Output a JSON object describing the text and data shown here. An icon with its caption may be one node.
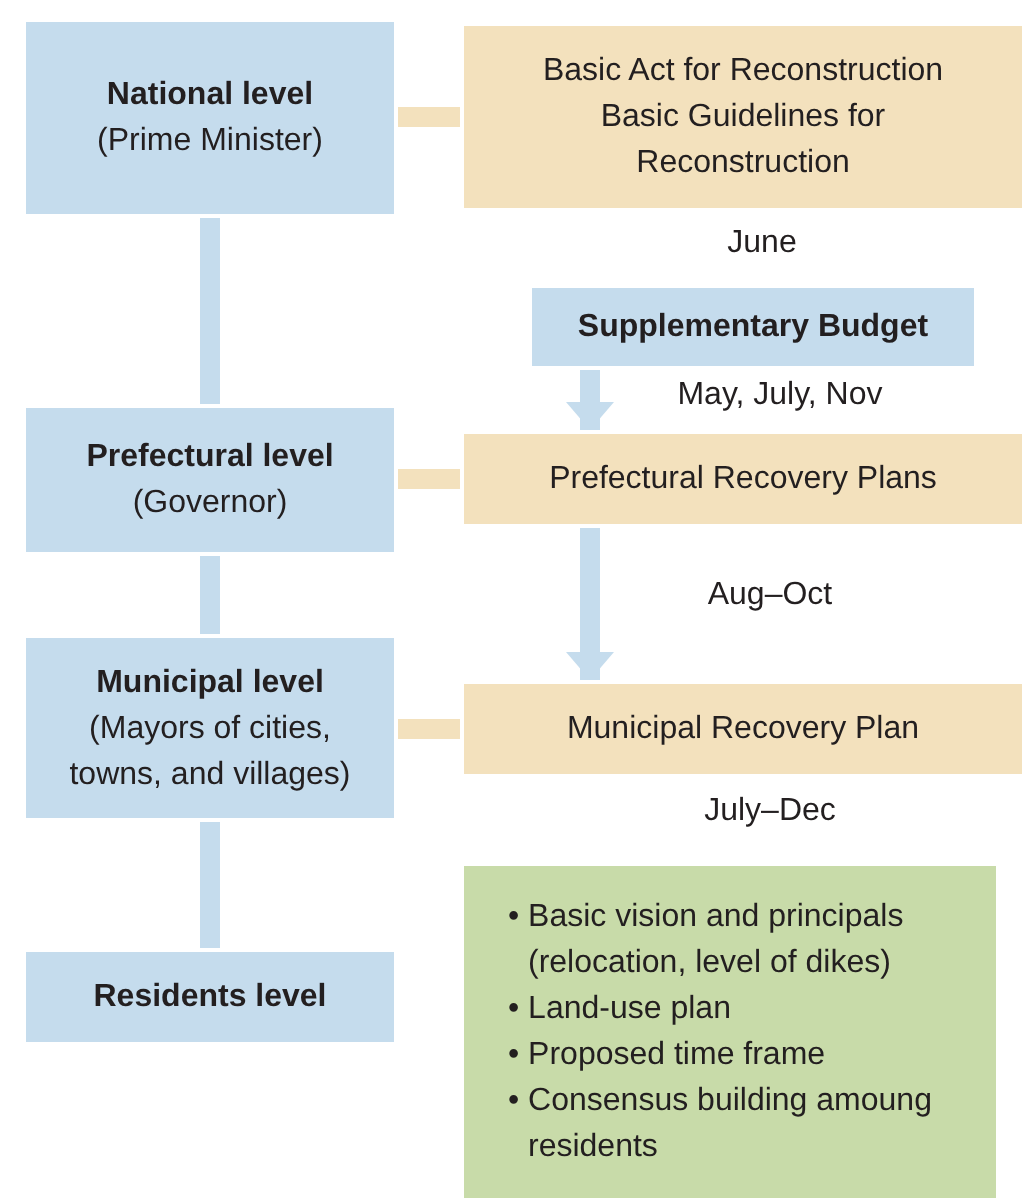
{
  "diagram": {
    "nodes": [
      {
        "text": [
          "National level",
          "(Prime Minister)"
        ]
      },
      {
        "text": [
          "Basic Act for Reconstruction",
          "Basic Guidelines for Reconstruction"
        ],
        "beside": [
          "June"
        ]
      },
      {
        "text": [
          "Supplementary Budget"
        ],
        "beside": [
          "May, July, Nov"
        ]
      },
      {
        "text": [
          "Prefectural level",
          "(Governor)"
        ]
      },
      {
        "text": [
          "Prefectural Recovery Plans"
        ],
        "beside": [
          "Aug–Oct"
        ]
      },
      {
        "text": [
          "Municipal level",
          "(Mayors of cities, towns, and villages)"
        ]
      },
      {
        "text": [
          "Municipal Recovery Plan"
        ],
        "beside": [
          "July–Dec"
        ]
      },
      {
        "text": [
          "Residents level"
        ]
      },
      {
        "text": [
          "• Basic vision and principals (relocation, level of dikes)",
          "• Land-use plan",
          "• Proposed time frame",
          "• Consensus building amoung residents"
        ]
      }
    ],
    "edges": [
      {
        "from": 0,
        "to": 1,
        "arrow": "none",
        "color": "#f3e1bd"
      },
      {
        "from": 0,
        "to": 3,
        "arrow": "none"
      },
      {
        "from": 2,
        "to": 4,
        "arrow": "to"
      },
      {
        "from": 3,
        "to": 4,
        "arrow": "none",
        "color": "#f3e1bd"
      },
      {
        "from": 3,
        "to": 5,
        "arrow": "none"
      },
      {
        "from": 4,
        "to": 6,
        "arrow": "to"
      },
      {
        "from": 5,
        "to": 6,
        "arrow": "none",
        "color": "#f3e1bd"
      },
      {
        "from": 5,
        "to": 7,
        "arrow": "none"
      }
    ]
  }
}
